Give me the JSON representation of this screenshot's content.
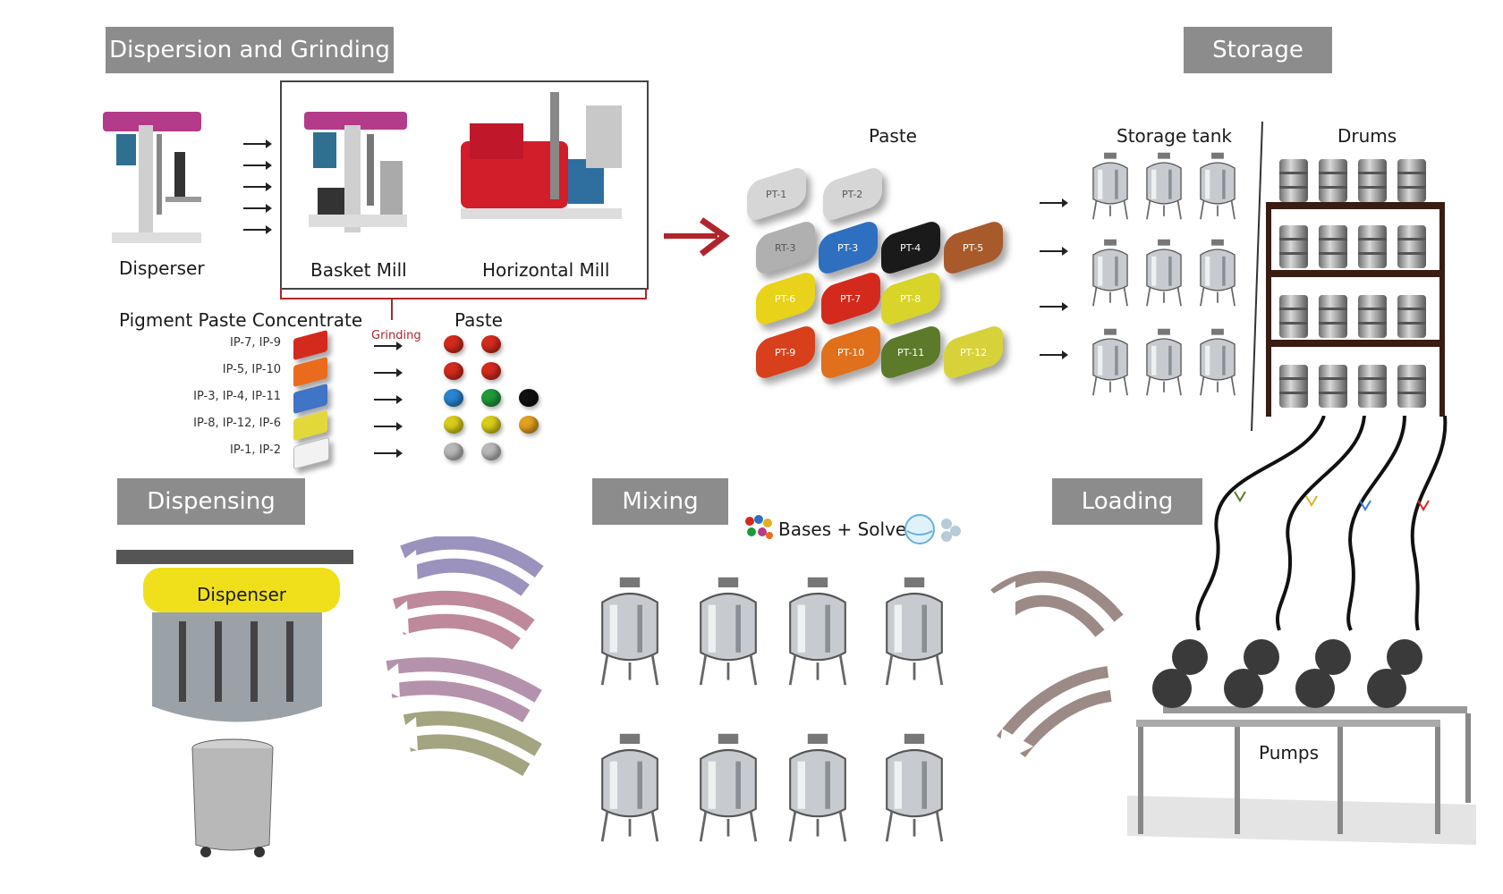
{
  "headers": {
    "dispersion_grinding": "Dispersion and Grinding",
    "storage": "Storage",
    "dispensing": "Dispensing",
    "mixing": "Mixing",
    "loading": "Loading"
  },
  "machines": {
    "disperser": "Disperser",
    "basket_mill": "Basket Mill",
    "horizontal_mill": "Horizontal Mill"
  },
  "pigment": {
    "title": "Pigment Paste Concentrate",
    "grinding": "Grinding",
    "paste_label": "Paste",
    "rows": [
      {
        "label": "IP-7, IP-9",
        "color": "#d42a1e",
        "balls": [
          "#d42a1e",
          "#d42a1e"
        ]
      },
      {
        "label": "IP-5, IP-10",
        "color": "#ea6b1c",
        "balls": [
          "#d42a1e",
          "#d42a1e"
        ]
      },
      {
        "label": "IP-3, IP-4, IP-11",
        "color": "#3f74c7",
        "balls": [
          "#2a84d0",
          "#1e9a3a",
          "#111111"
        ]
      },
      {
        "label": "IP-8, IP-12, IP-6",
        "color": "#e3d83a",
        "balls": [
          "#d9cc1a",
          "#d9cc1a",
          "#e0a020"
        ]
      },
      {
        "label": "IP-1, IP-2",
        "color": "#f2f2f2",
        "balls": [
          "#b8b8b8",
          "#b8b8b8"
        ]
      }
    ]
  },
  "paste": {
    "title": "Paste",
    "tiles": [
      {
        "label": "PT-1",
        "color": "#d6d6d6"
      },
      {
        "label": "PT-2",
        "color": "#d6d6d6"
      },
      {
        "label": "RT-3",
        "color": "#b0b0b0"
      },
      {
        "label": "PT-3",
        "color": "#2f6fc0"
      },
      {
        "label": "PT-4",
        "color": "#1a1a1a"
      },
      {
        "label": "PT-5",
        "color": "#a85a2a"
      },
      {
        "label": "PT-6",
        "color": "#e8d21a"
      },
      {
        "label": "PT-7",
        "color": "#d42a1e"
      },
      {
        "label": "PT-8",
        "color": "#d8d42a"
      },
      {
        "label": "PT-9",
        "color": "#d8401c"
      },
      {
        "label": "PT-10",
        "color": "#e0701c"
      },
      {
        "label": "PT-11",
        "color": "#5c7a2a"
      },
      {
        "label": "PT-12",
        "color": "#d8d23a"
      }
    ]
  },
  "storage": {
    "storage_tank": "Storage tank",
    "drums": "Drums"
  },
  "dispensing": {
    "dispenser": "Dispenser"
  },
  "mixing": {
    "bases_solvent": "Bases + Solvent"
  },
  "loading": {
    "pumps": "Pumps"
  },
  "colors": {
    "header_bg": "#8c8c8c",
    "accent_red": "#b0252b",
    "dark_brown": "#3a1d12"
  }
}
